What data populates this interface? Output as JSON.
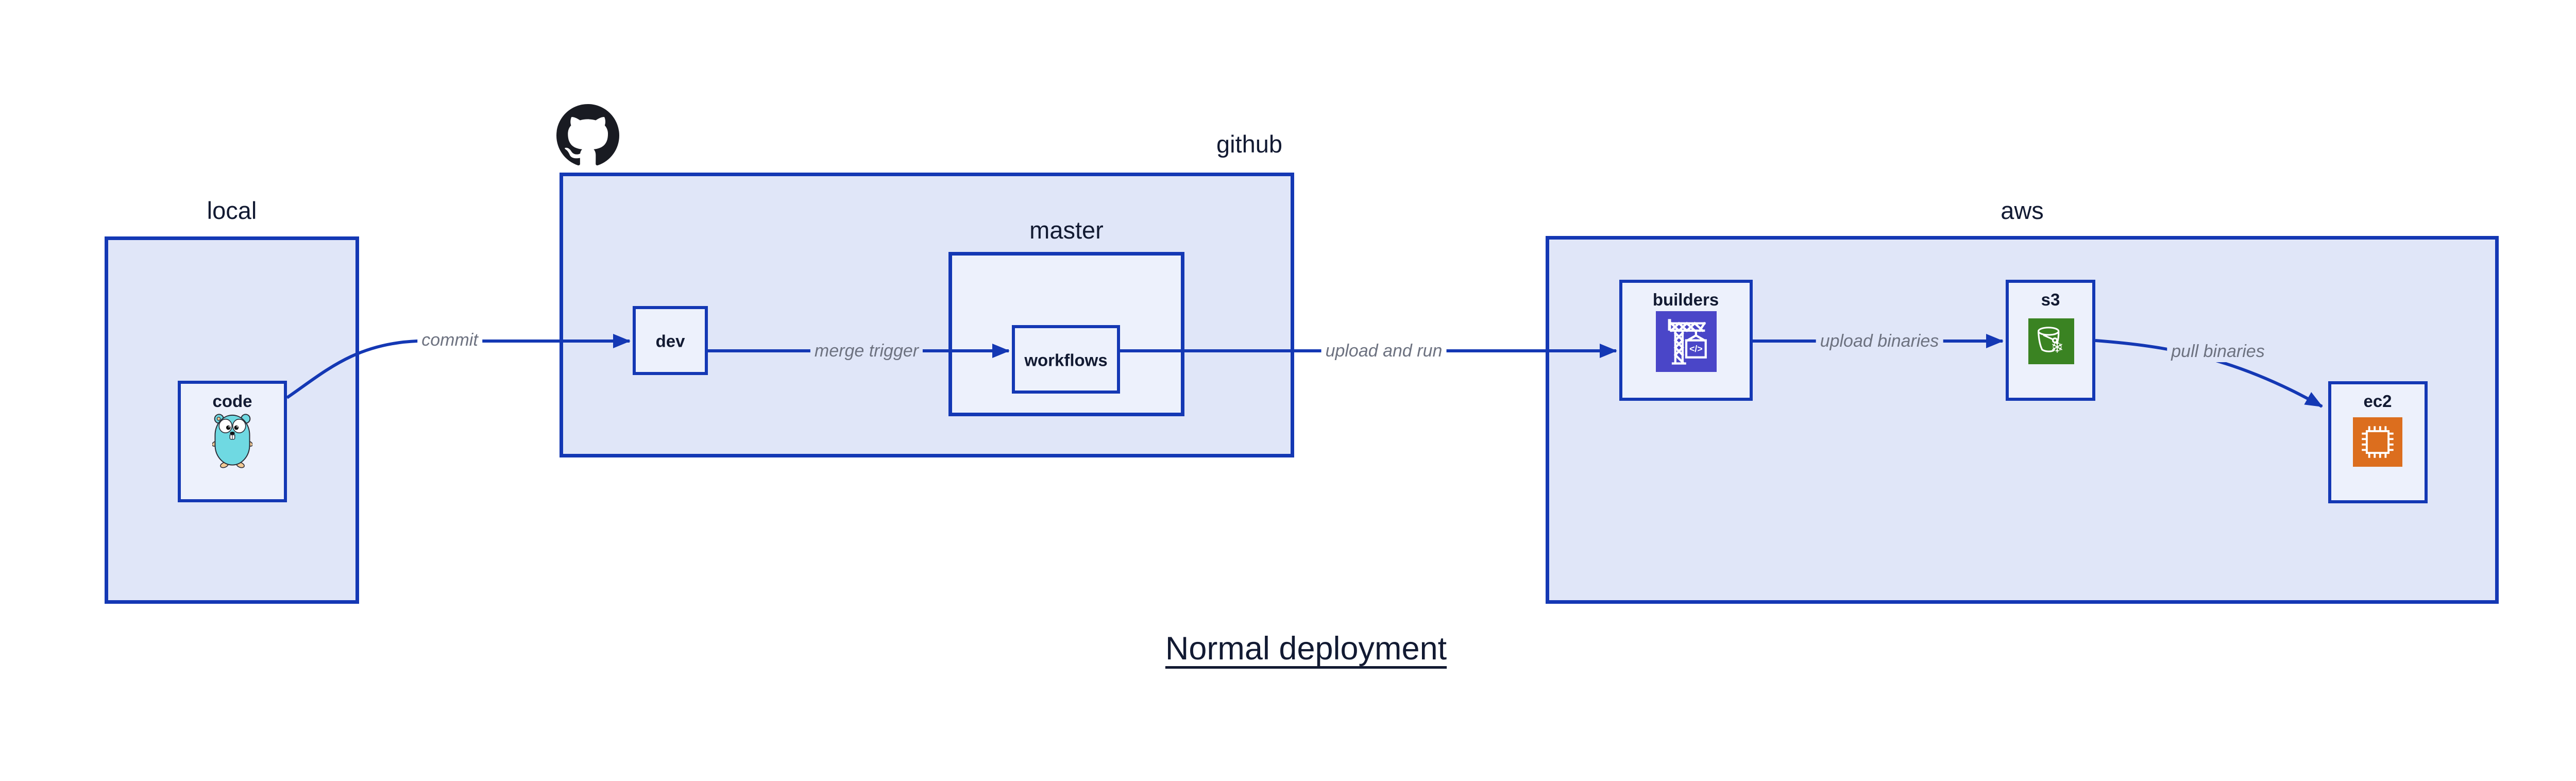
{
  "title": "Normal deployment",
  "containers": {
    "local": {
      "label": "local"
    },
    "github": {
      "label": "github"
    },
    "master": {
      "label": "master"
    },
    "aws": {
      "label": "aws"
    }
  },
  "nodes": {
    "code": {
      "label": "code"
    },
    "dev": {
      "label": "dev"
    },
    "workflows": {
      "label": "workflows"
    },
    "builders": {
      "label": "builders"
    },
    "s3": {
      "label": "s3"
    },
    "ec2": {
      "label": "ec2"
    }
  },
  "edges": {
    "commit": {
      "label": "commit"
    },
    "merge_trigger": {
      "label": "merge trigger"
    },
    "upload_and_run": {
      "label": "upload and run"
    },
    "upload_binaries": {
      "label": "upload binaries"
    },
    "pull_binaries": {
      "label": "pull binaries"
    }
  },
  "icons": {
    "github_logo": "github-octocat-logo",
    "code_icon": "go-gopher-icon",
    "builders_icon": "aws-codebuild-crane-icon",
    "s3_icon": "s3-glacier-bucket-icon",
    "ec2_icon": "ec2-chip-icon",
    "codebuild_glyph": "</>",
    "s3_snowflake_glyph": "❄"
  },
  "colors": {
    "border_blue": "#1438b4",
    "container_fill": "#e0e6f8",
    "node_fill": "#edf1fc",
    "edge_label_gray": "#6d7280",
    "text_dark": "#121a32",
    "codebuild_purple": "#4a46c8",
    "s3_green": "#3a8322",
    "ec2_orange": "#dc6e1e",
    "gopher_teal": "#6fd9e2",
    "github_black": "#191b22"
  }
}
